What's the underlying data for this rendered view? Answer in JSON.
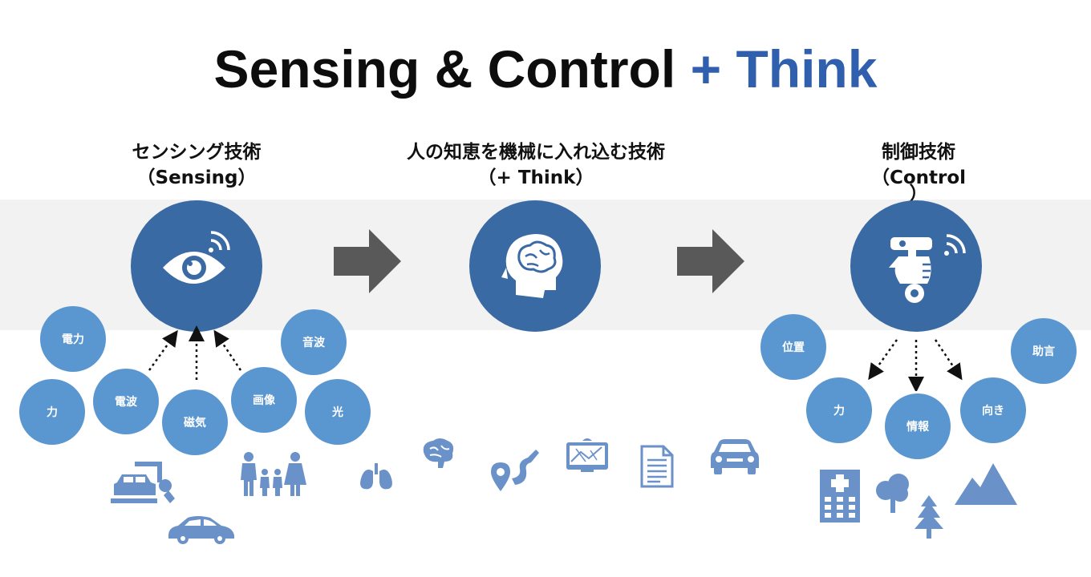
{
  "title": {
    "main": "Sensing & Control",
    "accent": "+ Think"
  },
  "sections": {
    "sensing": {
      "label_jp": "センシング技術",
      "label_en": "（Sensing）"
    },
    "think": {
      "label_jp": "人の知恵を機械に入れ込む技術",
      "label_en": "（+ Think）"
    },
    "control": {
      "label_jp": "制御技術",
      "label_en": "（Control",
      "label_en_tail": "）"
    }
  },
  "sensing_bubbles": {
    "power": "電力",
    "force": "力",
    "radio": "電波",
    "magnetic": "磁気",
    "image": "画像",
    "sound": "音波",
    "light": "光"
  },
  "control_bubbles": {
    "position": "位置",
    "force": "力",
    "info": "情報",
    "direction": "向き",
    "advice": "助言"
  },
  "colors": {
    "accent": "#2f5fad",
    "circle_big": "#3a6aa4",
    "circle_small": "#5a96d0",
    "icon": "#6a91c8",
    "arrow": "#595959",
    "band": "#f2f2f2"
  }
}
